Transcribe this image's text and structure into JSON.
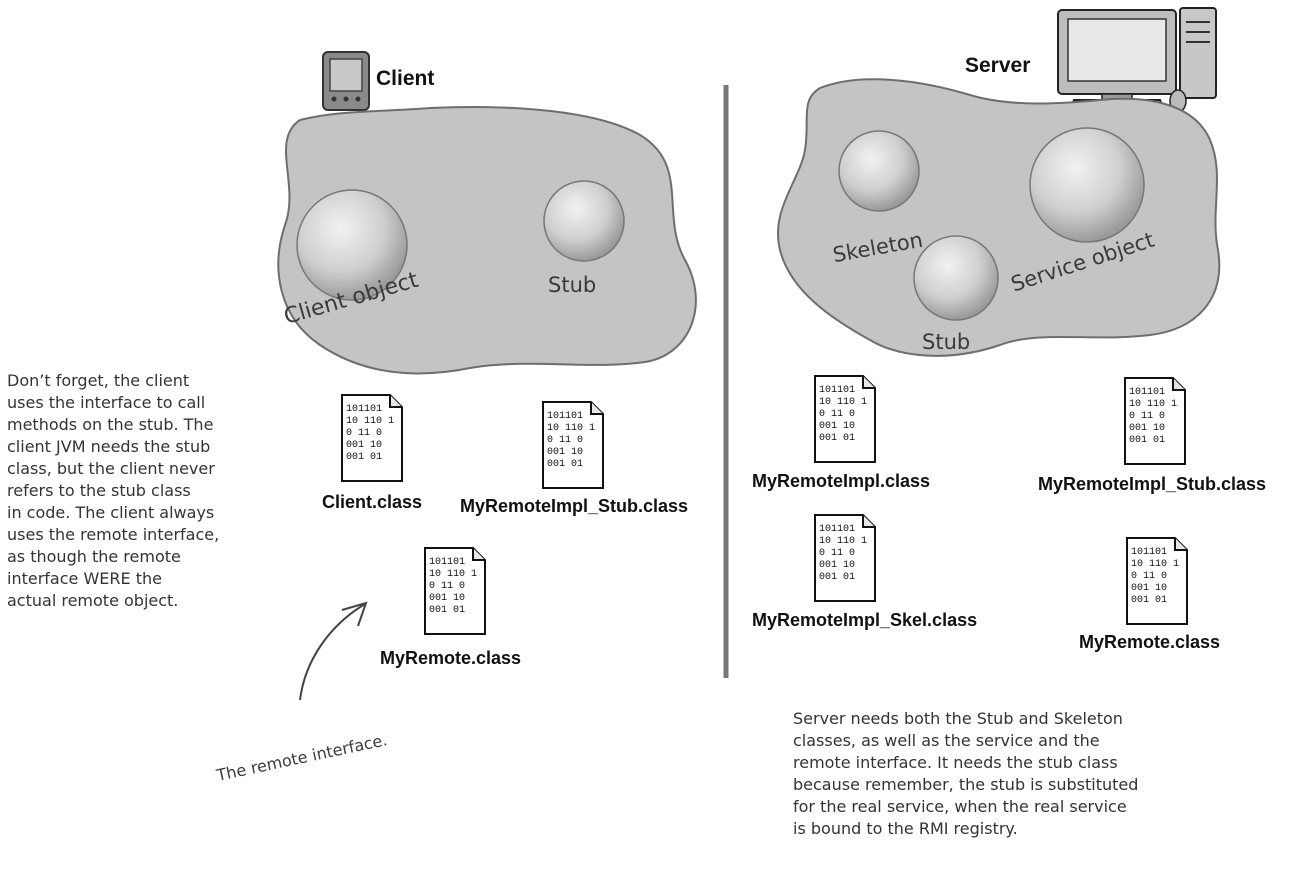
{
  "client": {
    "title": "Client",
    "objects": {
      "client_object": "Client object",
      "stub": "Stub"
    },
    "files": {
      "client_class": "Client.class",
      "stub_class": "MyRemoteImpl_Stub.class",
      "remote_class": "MyRemote.class"
    },
    "note": "Don’t forget, the client\nuses the interface to call\nmethods on the stub. The\nclient JVM needs the stub\nclass, but the client never\nrefers to the stub class\nin code. The client always\nuses the remote interface,\nas though the remote\ninterface WERE the\nactual remote object.",
    "annotation": "The remote interface."
  },
  "server": {
    "title": "Server",
    "objects": {
      "skeleton": "Skeleton",
      "stub": "Stub",
      "service_object": "Service object"
    },
    "files": {
      "impl_class": "MyRemoteImpl.class",
      "stub_class": "MyRemoteImpl_Stub.class",
      "skel_class": "MyRemoteImpl_Skel.class",
      "remote_class": "MyRemote.class"
    },
    "note": "Server needs both the Stub and Skeleton\nclasses, as well as the service and the\nremote interface. It needs the stub class\nbecause remember, the stub is substituted\nfor the real service, when the real service\nis bound to the RMI registry."
  },
  "bytecode": [
    "101101",
    "10 110 1",
    "0 11 0",
    "001 10",
    "001 01"
  ],
  "colors": {
    "heap": "#c4c4c4",
    "heap_stroke": "#6e6e6e",
    "sphere": "#d6d6d6",
    "divider": "#777777"
  }
}
